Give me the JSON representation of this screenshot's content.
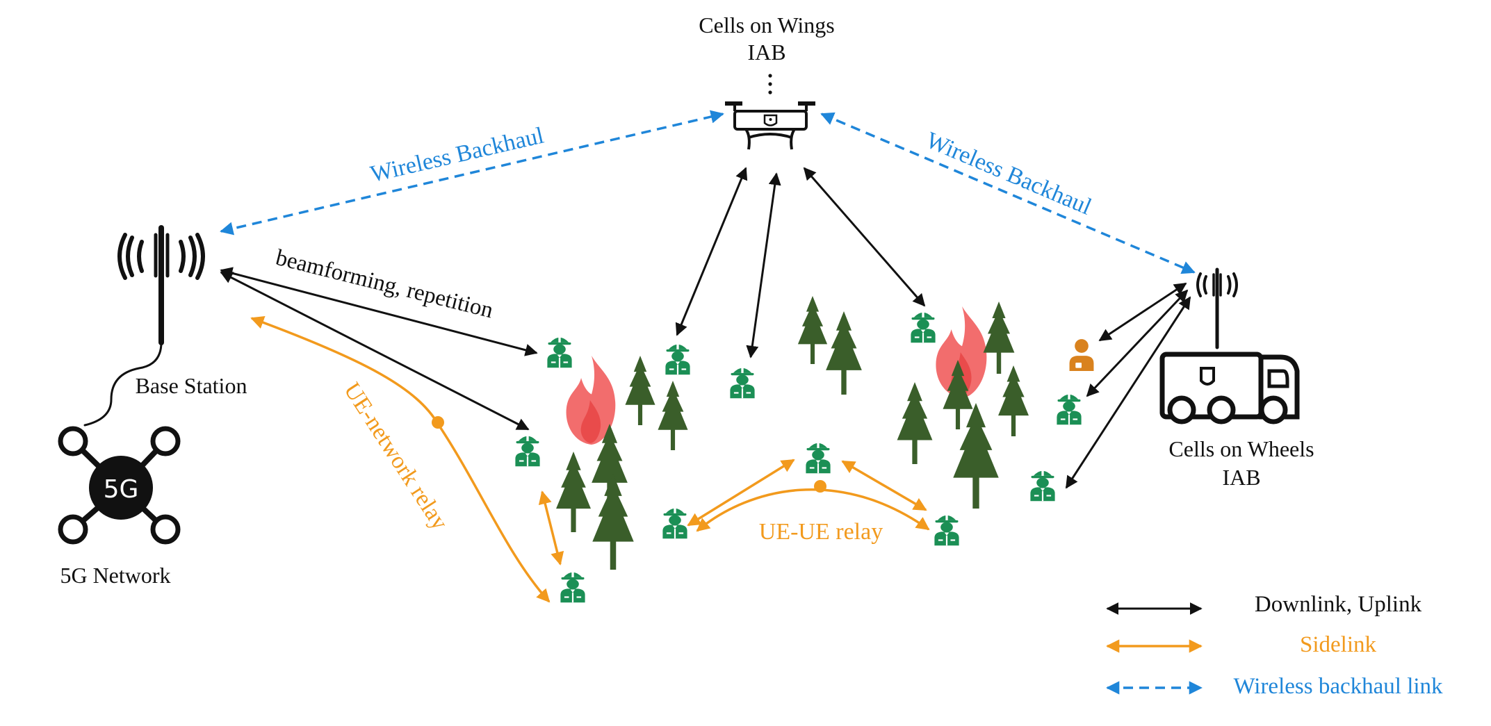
{
  "colors": {
    "black_link": "#111111",
    "sidelink": "#f29a1d",
    "backhaul": "#1f86d9",
    "tree": "#3a5e2a",
    "ue": "#1b8f55",
    "fire": "#f26d6d",
    "civilian": "#d9821e"
  },
  "nodes": {
    "wings_title": "Cells on Wings",
    "wings_sub": "IAB",
    "base_station": "Base Station",
    "network": "5G Network",
    "network_badge": "5G",
    "wheels_title": "Cells on Wheels",
    "wheels_sub": "IAB"
  },
  "links": {
    "backhaul_left": "Wireless Backhaul",
    "backhaul_right": "Wireless Backhaul",
    "beamforming": "beamforming, repetition",
    "ue_network_relay": "UE-network relay",
    "ue_ue_relay": "UE-UE relay"
  },
  "legend": {
    "downlink_uplink": "Downlink, Uplink",
    "sidelink": "Sidelink",
    "backhaul_link": "Wireless backhaul link"
  },
  "icons": {
    "drone": "drone-icon",
    "tower": "antenna-tower-icon",
    "truck": "truck-icon",
    "ue": "firefighter-icon",
    "civilian": "person-icon",
    "tree": "pine-tree-icon",
    "fire": "flame-icon",
    "network": "network-hub-icon"
  }
}
